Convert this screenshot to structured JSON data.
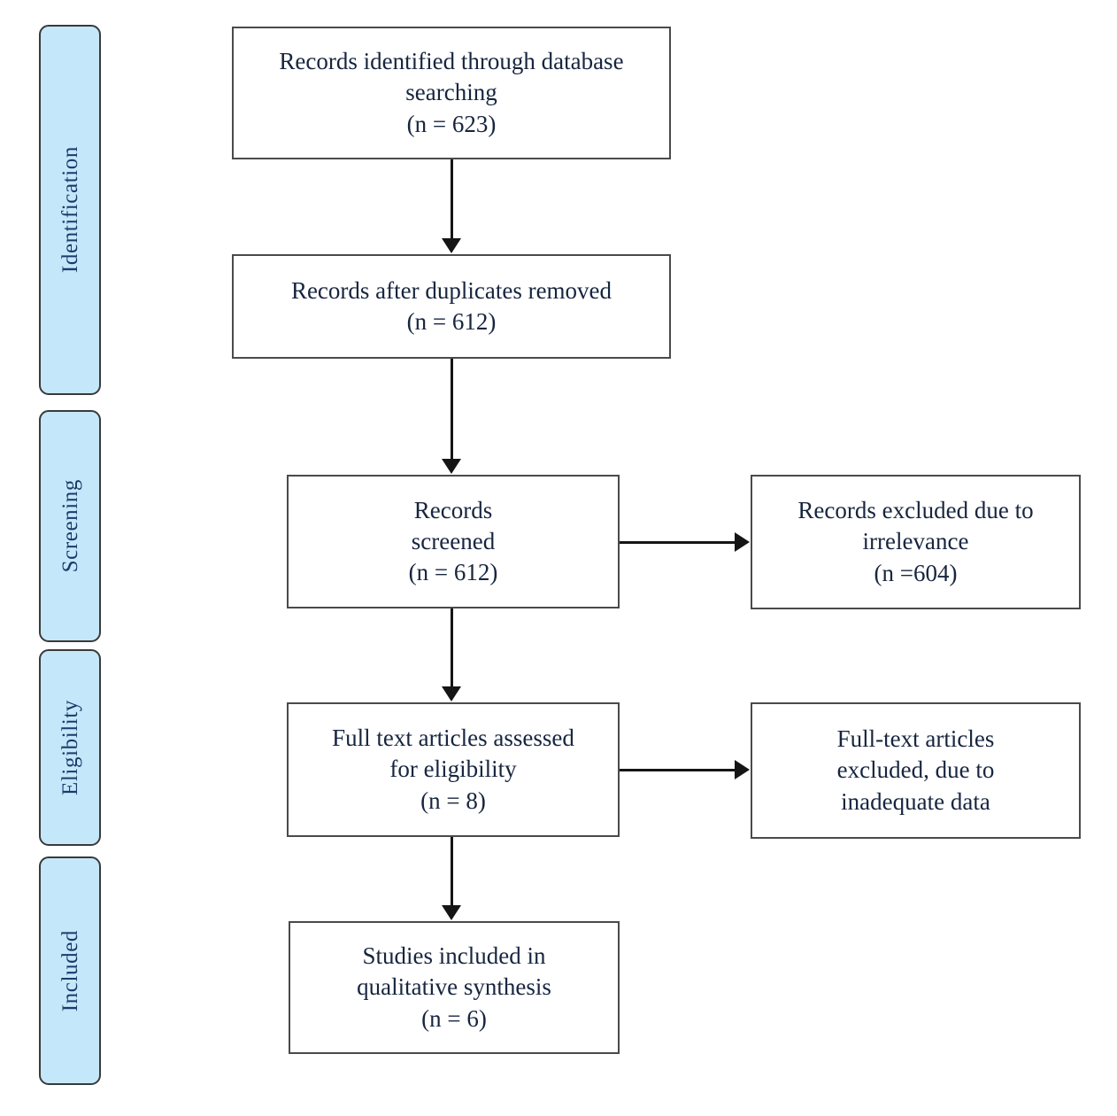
{
  "diagram": {
    "title": "PRISMA flow diagram",
    "type": "flowchart",
    "accent_color": "#c5e7fa",
    "border_color": "#4a4a4a",
    "label_color": "#1b3a6b",
    "background": "#ffffff"
  },
  "phases": [
    {
      "label": "Identification"
    },
    {
      "label": "Screening"
    },
    {
      "label": "Eligibility"
    },
    {
      "label": "Included"
    }
  ],
  "boxes": {
    "records_identified": {
      "text": "Records identified through database\nsearching\n(n = 623)"
    },
    "records_after_duplicates": {
      "text": "Records after duplicates removed\n(n = 612)"
    },
    "records_screened": {
      "text": "Records\nscreened\n(n = 612)"
    },
    "records_excluded": {
      "text": "Records excluded due to\nirrelevance\n(n =604)"
    },
    "full_text_assessed": {
      "text": "Full text articles assessed\nfor eligibility\n(n = 8)"
    },
    "full_text_excluded": {
      "text": "Full-text articles\nexcluded, due to\ninadequate data"
    },
    "studies_included": {
      "text": "Studies included in\nqualitative synthesis\n(n = 6)"
    }
  },
  "chart_data": {
    "type": "flowchart",
    "title": "PRISMA flow diagram",
    "nodes": [
      {
        "id": "records_identified",
        "stage": "Identification",
        "label": "Records identified through database searching",
        "n": 623
      },
      {
        "id": "records_after_duplicates",
        "stage": "Identification",
        "label": "Records after duplicates removed",
        "n": 612
      },
      {
        "id": "records_screened",
        "stage": "Screening",
        "label": "Records screened",
        "n": 612
      },
      {
        "id": "records_excluded",
        "stage": "Screening",
        "label": "Records excluded due to irrelevance",
        "n": 604
      },
      {
        "id": "full_text_assessed",
        "stage": "Eligibility",
        "label": "Full text articles assessed for eligibility",
        "n": 8
      },
      {
        "id": "full_text_excluded",
        "stage": "Eligibility",
        "label": "Full-text articles excluded, due to inadequate data",
        "n": null
      },
      {
        "id": "studies_included",
        "stage": "Included",
        "label": "Studies included in qualitative synthesis",
        "n": 6
      }
    ],
    "edges": [
      {
        "from": "records_identified",
        "to": "records_after_duplicates",
        "direction": "down"
      },
      {
        "from": "records_after_duplicates",
        "to": "records_screened",
        "direction": "down"
      },
      {
        "from": "records_screened",
        "to": "records_excluded",
        "direction": "right"
      },
      {
        "from": "records_screened",
        "to": "full_text_assessed",
        "direction": "down"
      },
      {
        "from": "full_text_assessed",
        "to": "full_text_excluded",
        "direction": "right"
      },
      {
        "from": "full_text_assessed",
        "to": "studies_included",
        "direction": "down"
      }
    ]
  }
}
